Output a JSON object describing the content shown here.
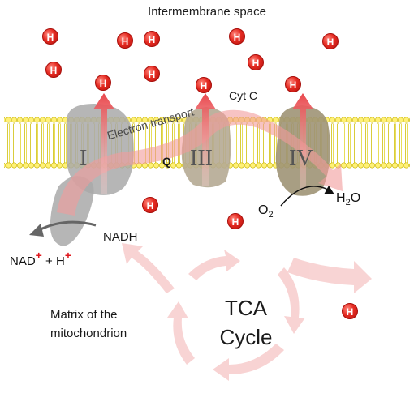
{
  "labels": {
    "title": "Intermembrane space",
    "cyt_c": "Cyt C",
    "electron_transport": "Electron transport",
    "q": "Q",
    "complex_1": "I",
    "complex_3": "III",
    "complex_4": "IV",
    "nadh": "NADH",
    "nad": "NAD",
    "plus": "+",
    "h": "H",
    "o": "O",
    "two": "2",
    "matrix_line1": "Matrix of the",
    "matrix_line2": "mitochondrion",
    "tca_line1": "TCA",
    "tca_line2": "Cycle"
  },
  "proton": {
    "symbol": "H"
  },
  "colors": {
    "proton": "#e52b22",
    "membrane_head": "#fff176",
    "membrane_tail": "#e3d64a",
    "complex": "#a9a9a9",
    "arrow_pink": "#f4a7a7",
    "charge": "#e0181e"
  }
}
